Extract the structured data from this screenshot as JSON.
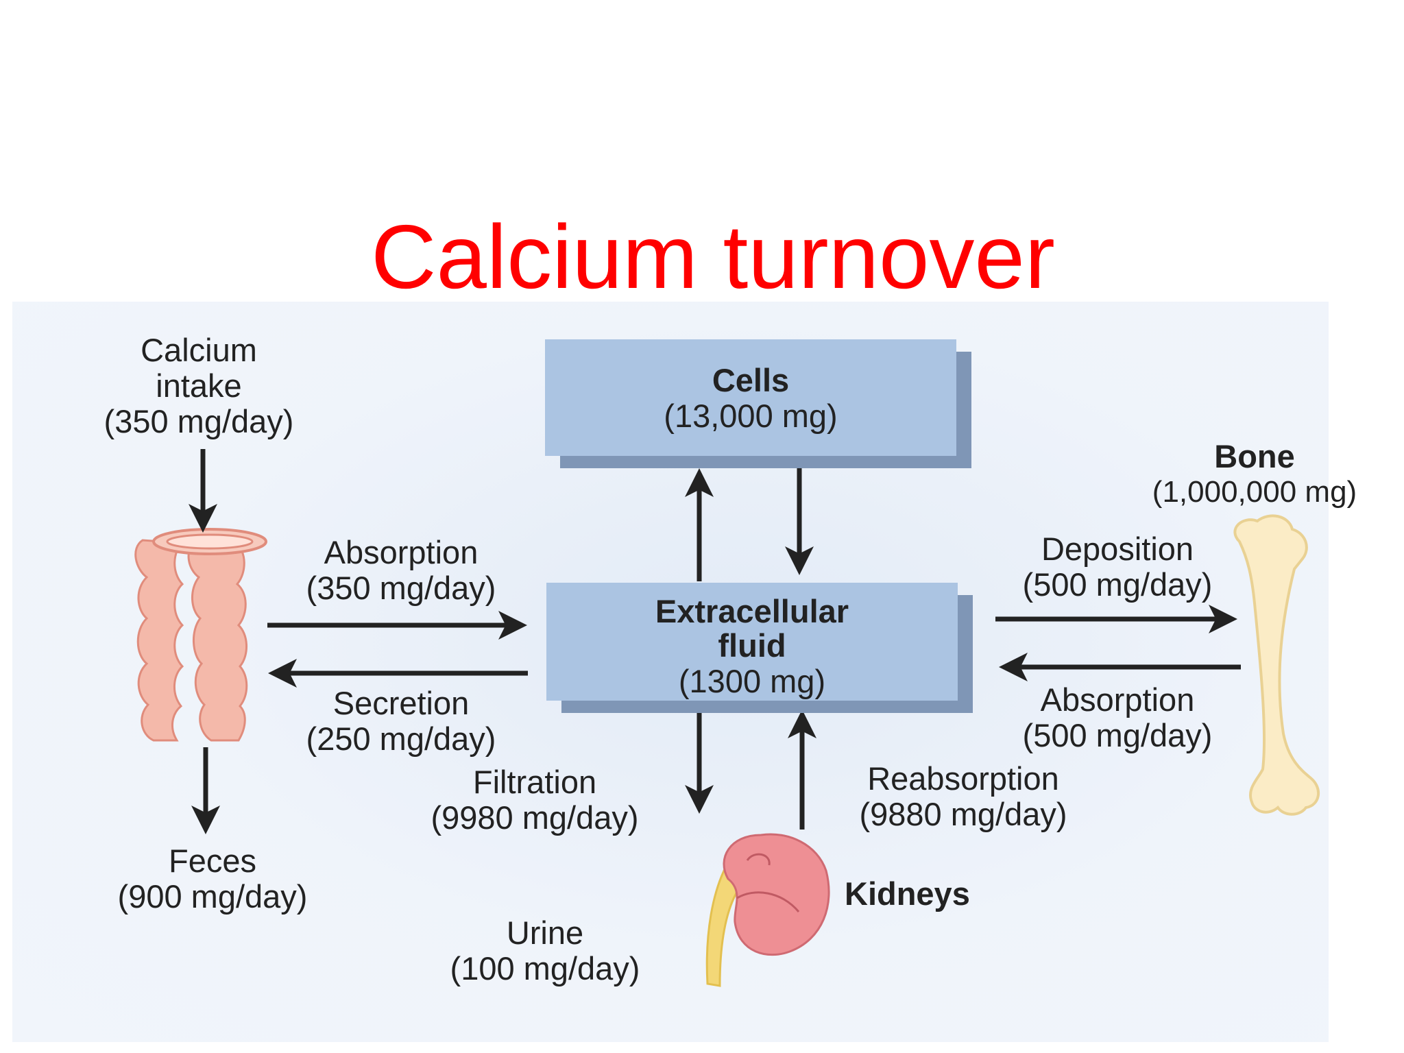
{
  "title": "Calcium turnover",
  "cells": {
    "name": "Cells",
    "amount": "(13,000 mg)"
  },
  "ecf": {
    "name_line1": "Extracellular",
    "name_line2": "fluid",
    "amount": "(1300 mg)"
  },
  "bone": {
    "name": "Bone",
    "amount": "(1,000,000 mg)"
  },
  "kidneys": {
    "name": "Kidneys"
  },
  "flows": {
    "intake": {
      "line1": "Calcium",
      "line2": "intake",
      "line3": "(350 mg/day)"
    },
    "gut_absorption": {
      "line1": "Absorption",
      "line2": "(350 mg/day)"
    },
    "secretion": {
      "line1": "Secretion",
      "line2": "(250 mg/day)"
    },
    "feces": {
      "line1": "Feces",
      "line2": "(900 mg/day)"
    },
    "deposition": {
      "line1": "Deposition",
      "line2": "(500 mg/day)"
    },
    "bone_absorption": {
      "line1": "Absorption",
      "line2": "(500 mg/day)"
    },
    "filtration": {
      "line1": "Filtration",
      "line2": "(9980 mg/day)"
    },
    "reabsorption": {
      "line1": "Reabsorption",
      "line2": "(9880 mg/day)"
    },
    "urine": {
      "line1": "Urine",
      "line2": "(100 mg/day)"
    }
  },
  "colors": {
    "title": "#ff0000",
    "box": "#abc4e2",
    "box_shadow": "#7f96b6",
    "arrow": "#222222"
  }
}
